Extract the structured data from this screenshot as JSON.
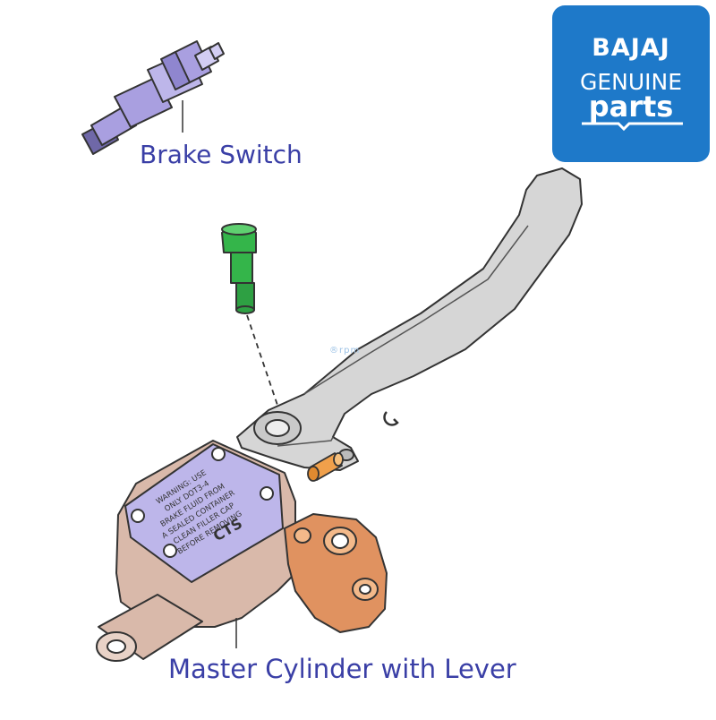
{
  "labels": {
    "brake_switch": "Brake Switch",
    "master_cylinder": "Master Cylinder with Lever"
  },
  "logo": {
    "line1": "BAJAJ",
    "line2": "GENUINE",
    "line3": "parts",
    "background": "#1e79c9",
    "text_color": "#ffffff"
  },
  "reservoir_cap_text": [
    "WARNING: USE",
    "ONLY DOT3-4",
    "BRAKE FLUID FROM",
    "A SEALED CONTAINER",
    "CLEAN FILLER CAP",
    "BEFORE REMOVING"
  ],
  "cap_brand": "CTS",
  "watermark": "®rpm",
  "colors": {
    "label": "#3a3fa6",
    "switch": "#a99fe0",
    "bolt": "#34b54a",
    "lever": "#d6d6d6",
    "cylinder": "#d9b9aa",
    "clamp": "#e09260",
    "cap": "#bdb6ea",
    "outline": "#333333"
  },
  "icons": [
    "brake-switch-icon",
    "pivot-bolt-icon",
    "brake-lever-icon",
    "master-cylinder-icon",
    "e-clip-icon",
    "pushrod-pin-icon"
  ]
}
